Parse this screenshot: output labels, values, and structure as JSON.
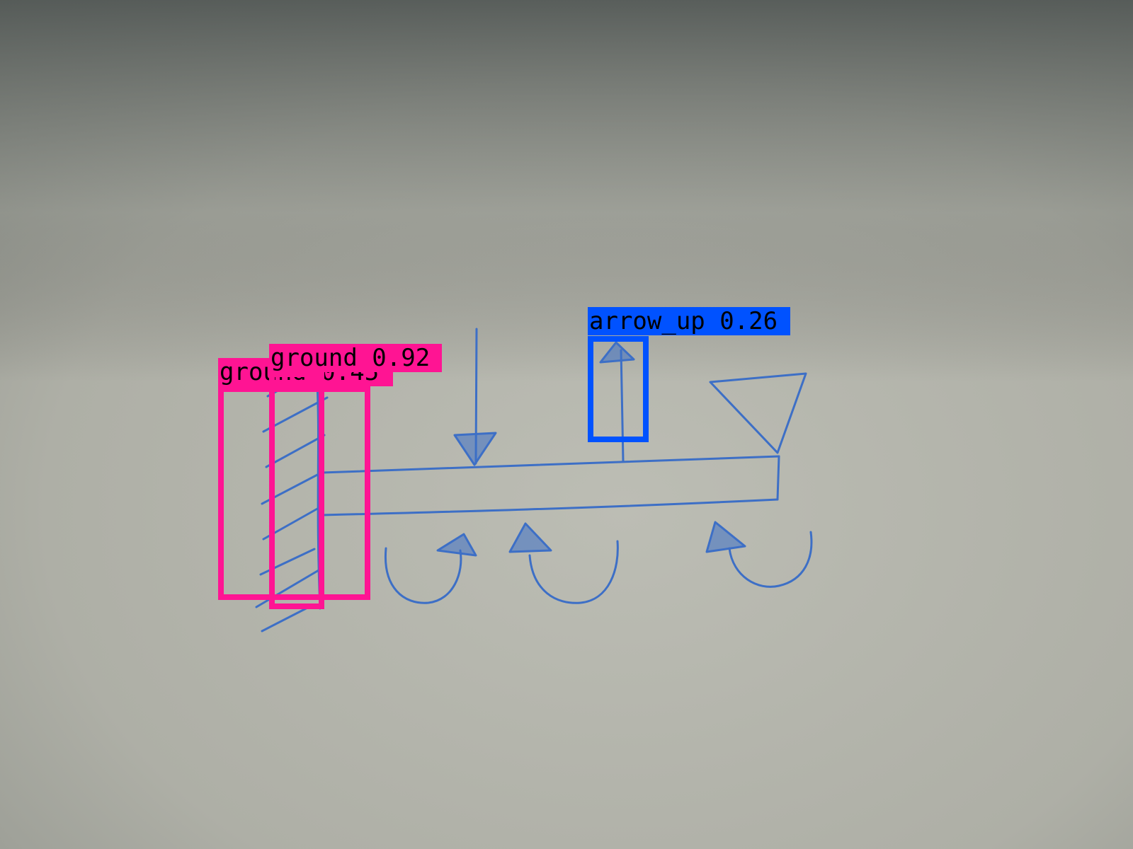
{
  "detections": [
    {
      "label": "ground 0.45",
      "class": "ground",
      "color": "#ff1493"
    },
    {
      "label": "ground 0.92",
      "class": "ground",
      "color": "#ff1493"
    },
    {
      "label": "arrow_up 0.26",
      "class": "arrow_up",
      "color": "#0052ff"
    }
  ],
  "colors": {
    "ink": "#3d6fc6",
    "paper": "#b0b1a9"
  }
}
